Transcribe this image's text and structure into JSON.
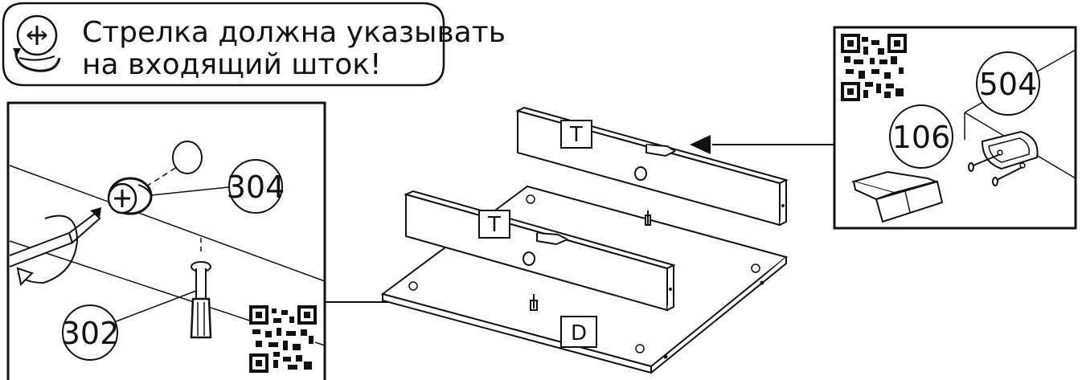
{
  "warning": {
    "line1": "Стрелка должна указывать",
    "line2": "на входящий шток!",
    "icon": "cam-lock-rotation-icon"
  },
  "left_detail": {
    "part_a": "304",
    "part_b": "302",
    "qr_icon": "qr-code-icon"
  },
  "right_detail": {
    "part_a": "504",
    "part_b": "106",
    "qr_icon": "qr-code-icon"
  },
  "panels": {
    "top_back": "T",
    "top_front": "T",
    "bottom": "D"
  },
  "colors": {
    "line": "#111111",
    "background": "#ffffff"
  }
}
